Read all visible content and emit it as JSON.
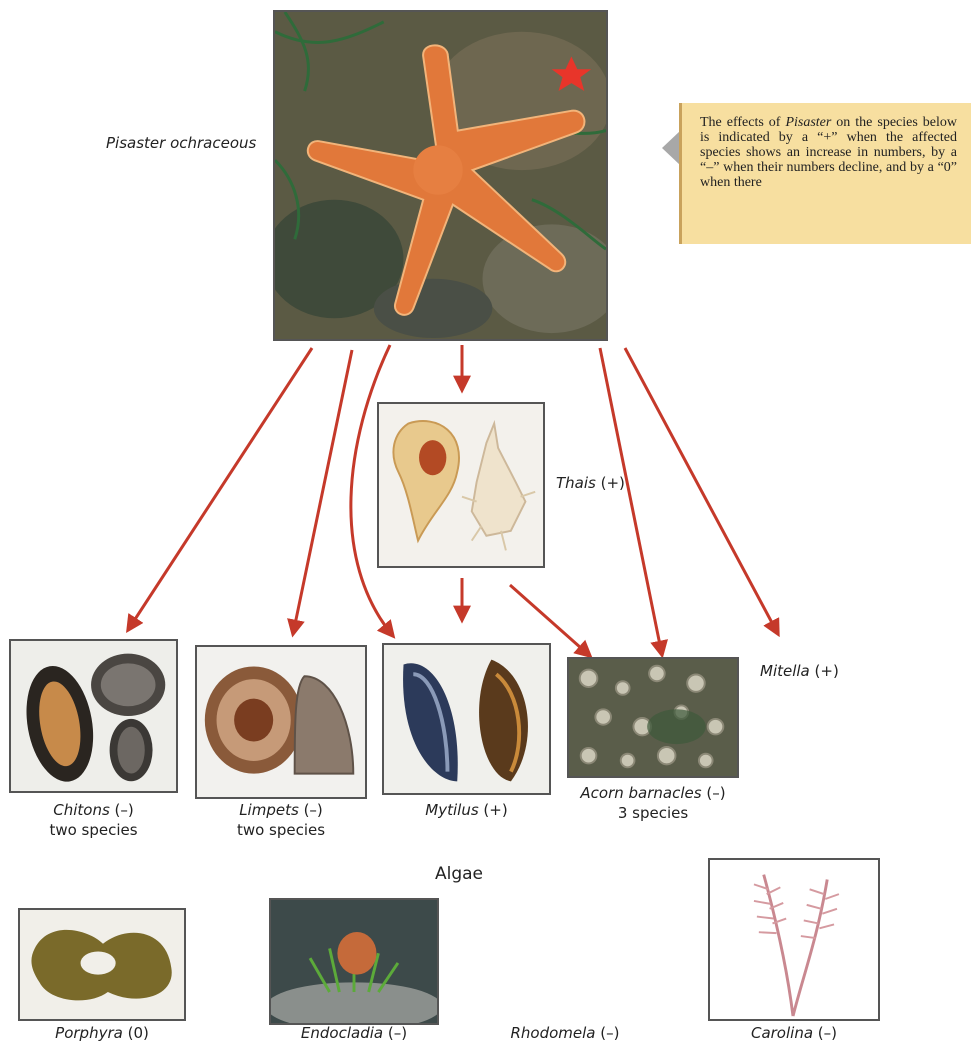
{
  "callout": {
    "text_parts": [
      "The effects of ",
      "Pisaster",
      " on the species below is indicated by a “+” when the affected species shows an increase in numbers, by a “–” when their numbers decline, and by a “0” when there"
    ]
  },
  "predator": {
    "name": "Pisaster ochraceous"
  },
  "thais": {
    "name": "Thais",
    "effect": "(+)"
  },
  "mitella": {
    "name": "Mitella",
    "effect": "(+)"
  },
  "prey": [
    {
      "name": "Chitons",
      "effect": "(–)",
      "note": "two species"
    },
    {
      "name": "Limpets",
      "effect": "(–)",
      "note": "two species"
    },
    {
      "name": "Mytilus",
      "effect": "(+)",
      "note": ""
    },
    {
      "name": "Acorn barnacles",
      "effect": "(–)",
      "note": "3 species"
    }
  ],
  "algae": {
    "heading": "Algae",
    "items": [
      {
        "name": "Porphyra",
        "effect": "(0)"
      },
      {
        "name": "Endocladia",
        "effect": "(–)"
      },
      {
        "name": "Rhodomela",
        "effect": "(–)"
      },
      {
        "name": "Carolina",
        "effect": "(–)"
      }
    ]
  },
  "colors": {
    "arrow": "#c5392a",
    "callout_bg": "#f7dfa0",
    "frame": "#555555"
  }
}
